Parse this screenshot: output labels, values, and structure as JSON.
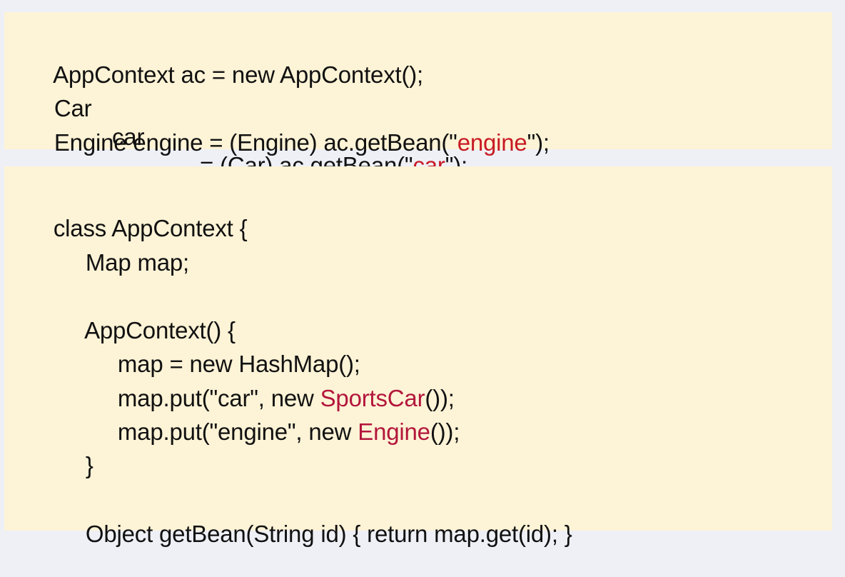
{
  "usage_code": {
    "line1": "AppContext ac = new AppContext();",
    "line2": {
      "type": "Car",
      "var": "car",
      "pre": "= (Car) ac.getBean(\"",
      "key": "car",
      "post": "\");"
    },
    "line3": {
      "pre": "Engine engine = (Engine) ac.getBean(\"",
      "key": "engine",
      "post": "\");"
    }
  },
  "class_code": {
    "class_decl": "class AppContext {",
    "field": "Map map;",
    "ctor_decl": "AppContext() {",
    "map_init": "map = new HashMap();",
    "put_car": {
      "pre": "map.put(\"car\", new ",
      "cls": "SportsCar",
      "post": "());"
    },
    "put_engine": {
      "pre": "map.put(\"engine\", new ",
      "cls": "Engine",
      "post": "());"
    },
    "ctor_close": "}",
    "getbean": "Object getBean(String id) { return map.get(id); }"
  },
  "colors": {
    "panel_background": "#fdf3d6",
    "page_background": "#eef0f6",
    "string_highlight": "#c81a24",
    "class_highlight": "#b3163c"
  }
}
